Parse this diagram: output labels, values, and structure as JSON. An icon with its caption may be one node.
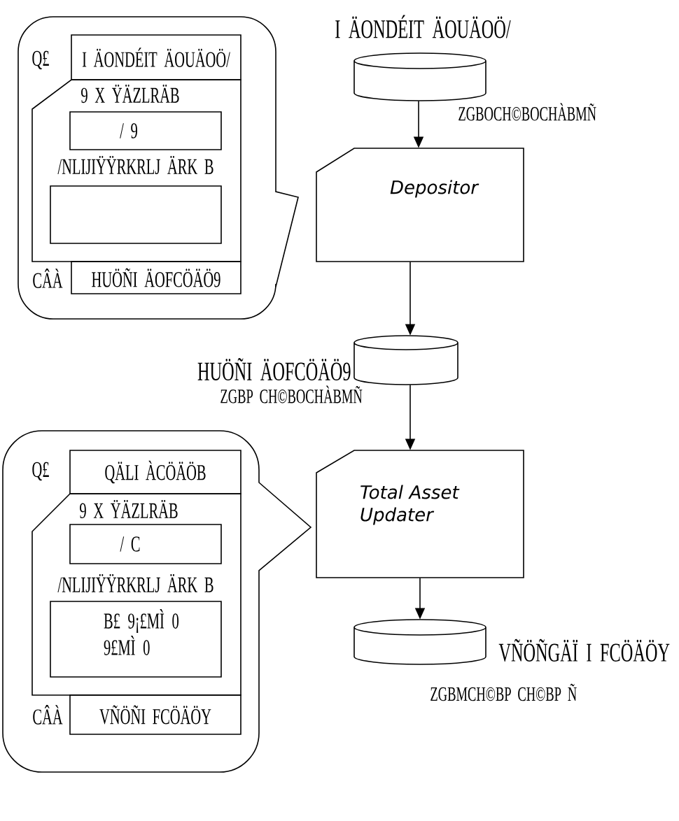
{
  "diagram": {
    "nodes": [
      {
        "text": [],
        "shape": "callout"
      },
      {
        "text": [
          "I ÄONDÉIT ÄOUÄOÖ/"
        ],
        "beside": [
          "Q£"
        ],
        "in": 0
      },
      {
        "text": [],
        "shape": "card",
        "in": 0
      },
      {
        "text": [
          "9 X ŸÄZLRÄB",
          "/ 9"
        ],
        "in": 2
      },
      {
        "text": [
          "/NLIJIŸŸRKRLJ ÄRK B"
        ],
        "in": 2
      },
      {
        "text": [
          "HUÖÑI ÄOFCÖÄÖ9"
        ],
        "beside": [
          "CÂÀ"
        ],
        "in": 0
      },
      {
        "text": [
          "I ÄONDÉIT ÄOUÄOÖ/"
        ],
        "beside": [
          "ZGBOCH©BOCHÀBMÑ"
        ]
      },
      {
        "text": [
          "Depositor"
        ]
      },
      {
        "text": [
          "HUÖÑI ÄOFCÖÄÖ9"
        ],
        "beside": [
          "ZGBP CH©BOCHÀBMÑ"
        ]
      },
      {
        "text": [],
        "shape": "callout"
      },
      {
        "text": [
          "QÄLI ÀCÖÄÖB"
        ],
        "beside": [
          "Q£"
        ],
        "in": 9
      },
      {
        "text": [],
        "shape": "card",
        "in": 9
      },
      {
        "text": [
          "9 X ŸÄZLRÄB",
          "/ C"
        ],
        "in": 11
      },
      {
        "text": [
          "/NLIJIŸŸRKRLJ ÄRK B",
          "B£ 9¡£MÌ 0 9£MÌ 0"
        ],
        "in": 11
      },
      {
        "text": [
          "VÑÖÑI FCÖÄÖY"
        ],
        "beside": [
          "CÂÀ"
        ],
        "in": 9
      },
      {
        "text": [
          "Total Asset Updater"
        ]
      },
      {
        "text": [
          "VÑÖÑGÄÏ I FCÖÄÖY"
        ],
        "beside": [
          "ZGBMCH©BP CH©BP Ñ"
        ]
      }
    ],
    "edges": [
      {
        "from": 6,
        "to": 7,
        "arrow": "to"
      },
      {
        "from": 7,
        "to": 8,
        "arrow": "to"
      },
      {
        "from": 8,
        "to": 15,
        "arrow": "to"
      },
      {
        "from": 15,
        "to": 16,
        "arrow": "to"
      }
    ]
  }
}
